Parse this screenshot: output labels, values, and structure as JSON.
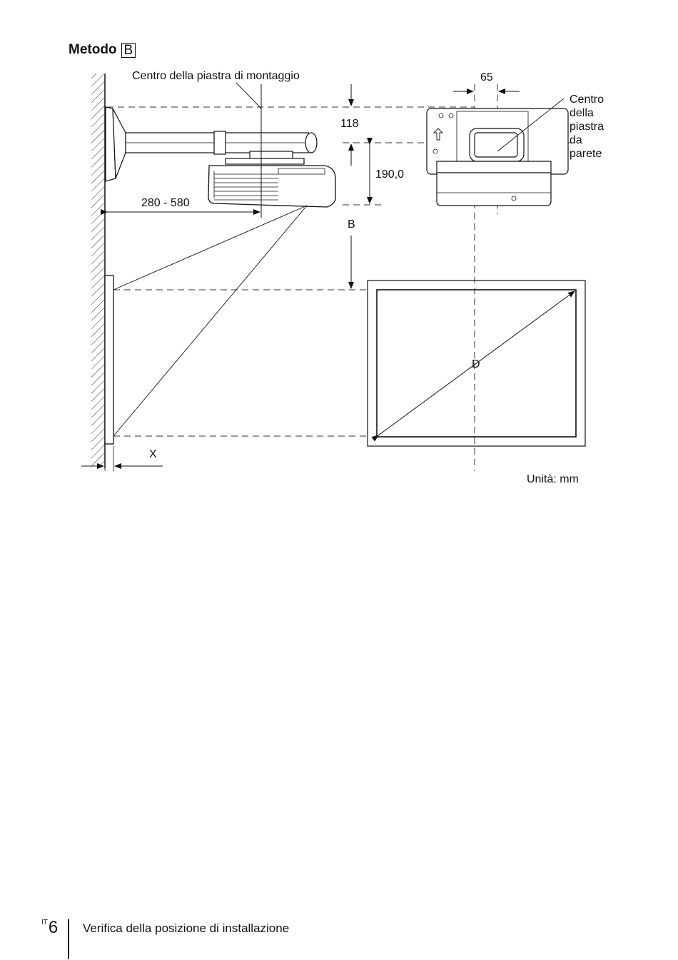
{
  "heading": {
    "title": "Metodo",
    "boxed_letter": "B"
  },
  "labels": {
    "mount_center": "Centro della piastra di montaggio",
    "dim_65": "65",
    "wall_plate_center": [
      "Centro",
      "della",
      "piastra",
      "da",
      "parete"
    ],
    "dim_118": "118",
    "dim_190": "190,0",
    "dim_range": "280 - 580",
    "dim_B": "B",
    "dim_D": "D",
    "dim_X": "X",
    "unit": "Unità: mm"
  },
  "footer": {
    "lang": "IT",
    "page_number": "6",
    "section": "Verifica della posizione di installazione"
  }
}
